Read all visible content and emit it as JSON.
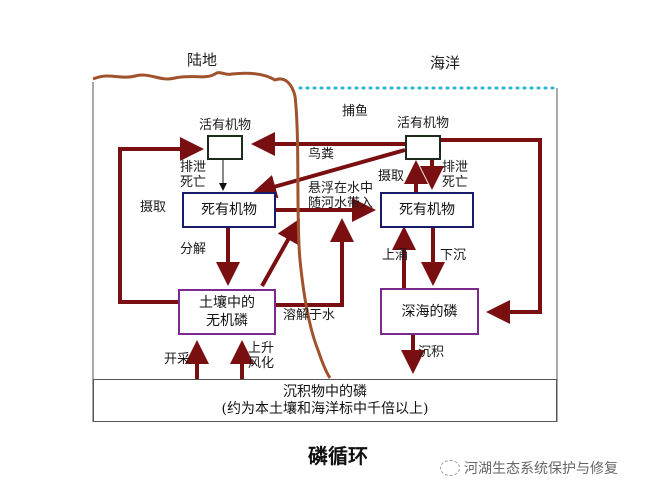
{
  "diagram": {
    "title": "磷循环",
    "regions": {
      "land": "陆地",
      "ocean": "海洋"
    },
    "nodes": {
      "land_living": "活有机物",
      "land_dead": "死有机物",
      "soil_inorganic_line1": "土壤中的",
      "soil_inorganic_line2": "无机磷",
      "ocean_living": "活有机物",
      "ocean_dead": "死有机物",
      "deep_sea": "深海的磷",
      "sediment_line1": "沉积物中的磷",
      "sediment_line2": "(约为本土壤和海洋标中千倍以上)"
    },
    "edge_labels": {
      "fishing": "捕鱼",
      "bird_droppings": "鸟粪",
      "land_excrete_1": "排泄",
      "land_excrete_2": "死亡",
      "land_uptake": "摄取",
      "decompose": "分解",
      "suspended_1": "悬浮在水中",
      "suspended_2": "随河水带入",
      "dissolve": "溶解于水",
      "ocean_uptake": "摄取",
      "ocean_excrete_1": "排泄",
      "ocean_excrete_2": "死亡",
      "upwelling": "上涌",
      "sinking": "下沉",
      "deposition": "沉积",
      "mining": "开采",
      "uplift_1": "上升",
      "uplift_2": "风化"
    },
    "colors": {
      "arrow": "#7a0f12",
      "coastline": "#a0522d",
      "sea_surface": "#29b6d6"
    }
  },
  "watermark": {
    "text": "河湖生态系统保护与修复"
  }
}
